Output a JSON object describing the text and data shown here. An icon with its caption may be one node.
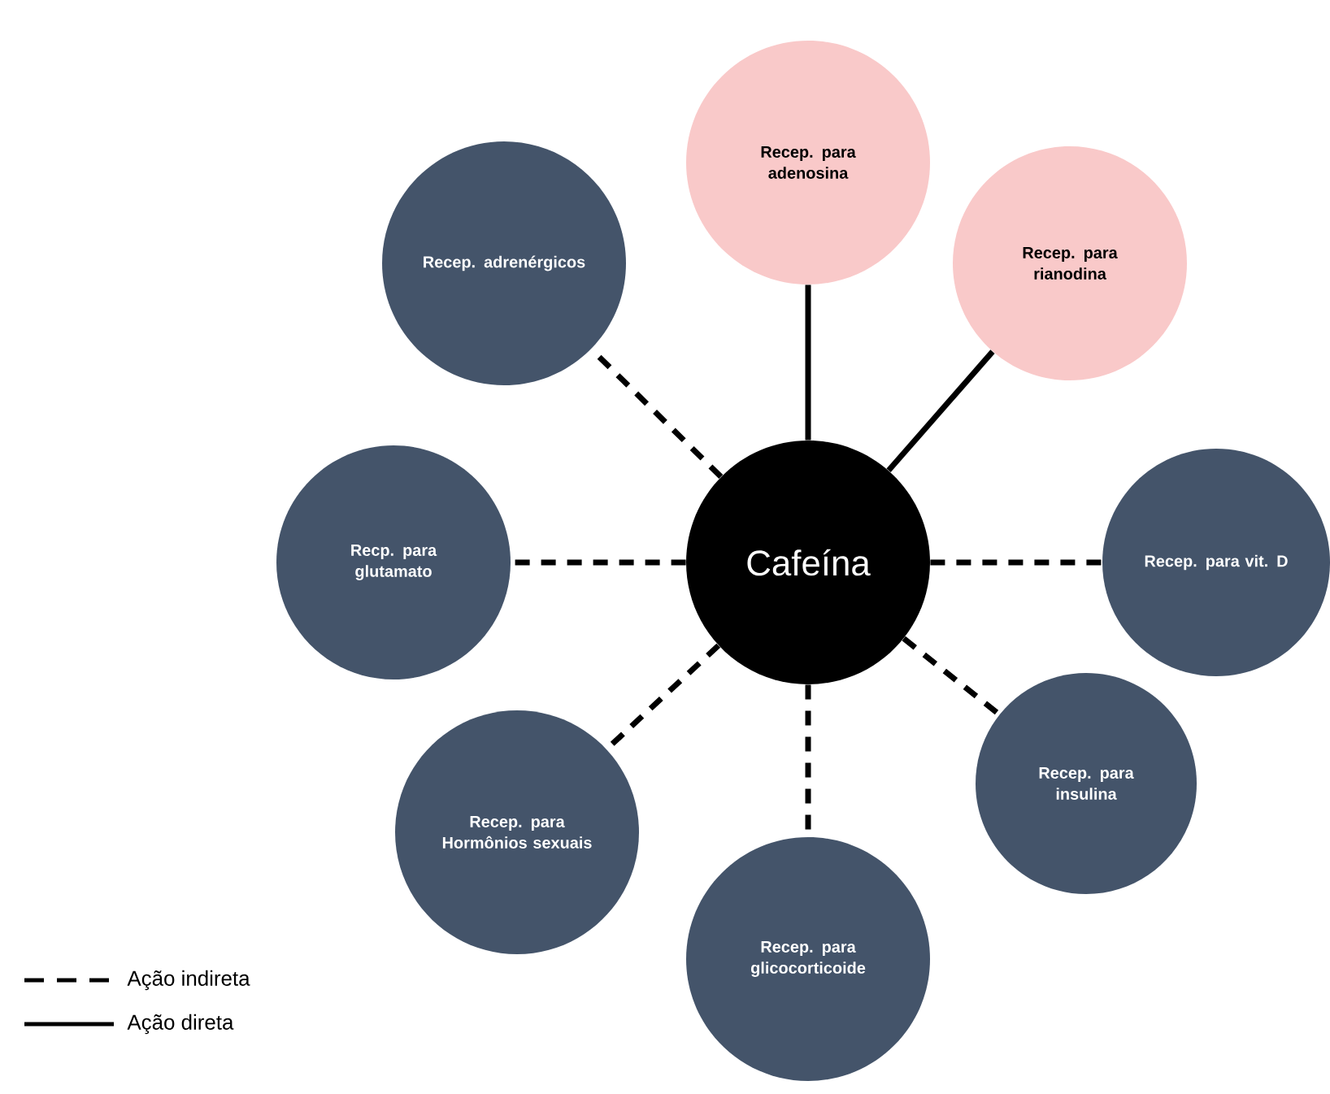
{
  "diagram": {
    "nodes": [
      {
        "text": [
          "Cafeína"
        ]
      },
      {
        "text": [
          "Recep. para adenosina"
        ]
      },
      {
        "text": [
          "Recep. para rianodina"
        ]
      },
      {
        "text": [
          "Recep. para vit. D"
        ]
      },
      {
        "text": [
          "Recep. para insulina"
        ]
      },
      {
        "text": [
          "Recep. para glicocorticoide"
        ]
      },
      {
        "text": [
          "Recep. para Hormônios sexuais"
        ]
      },
      {
        "text": [
          "Recp. para glutamato"
        ]
      },
      {
        "text": [
          "Recep. adrenérgicos"
        ]
      }
    ],
    "edges": [
      {
        "from": 0,
        "to": 1,
        "arrow": "none"
      },
      {
        "from": 0,
        "to": 2,
        "arrow": "none"
      },
      {
        "from": 0,
        "to": 3,
        "arrow": "none",
        "style": "dashed"
      },
      {
        "from": 0,
        "to": 4,
        "arrow": "none",
        "style": "dashed"
      },
      {
        "from": 0,
        "to": 5,
        "arrow": "none",
        "style": "dashed"
      },
      {
        "from": 0,
        "to": 6,
        "arrow": "none",
        "style": "dashed"
      },
      {
        "from": 0,
        "to": 7,
        "arrow": "none",
        "style": "dashed"
      },
      {
        "from": 0,
        "to": 8,
        "arrow": "none",
        "style": "dashed"
      }
    ],
    "legend": [
      {
        "text": "Ação indireta"
      },
      {
        "text": "Ação direta"
      }
    ]
  }
}
